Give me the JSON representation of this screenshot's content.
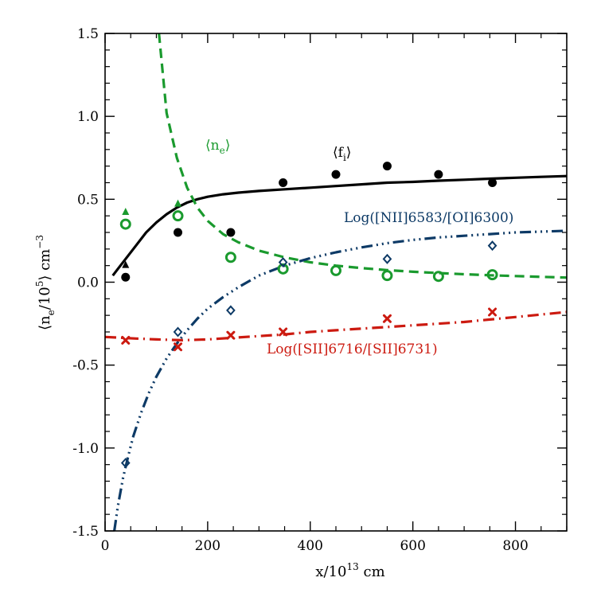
{
  "chart_data": {
    "type": "scatter",
    "xlabel_base": "x/10",
    "xlabel_exp": "13",
    "xlabel_unit": " cm",
    "ylabel_open": "⟨n",
    "ylabel_sub": "e",
    "ylabel_mid": "/10",
    "ylabel_sup": "5",
    "ylabel_close": "⟩ cm",
    "ylabel_unit_exp": "−3",
    "xlim": [
      0,
      900
    ],
    "ylim": [
      -1.5,
      1.5
    ],
    "xticks": [
      0,
      200,
      400,
      600,
      800
    ],
    "xtick_labels": [
      "0",
      "200",
      "400",
      "600",
      "800"
    ],
    "yticks": [
      -1.5,
      -1.0,
      -0.5,
      0.0,
      0.5,
      1.0,
      1.5
    ],
    "ytick_labels": [
      "-1.5",
      "-1.0",
      "-0.5",
      "0.0",
      "0.5",
      "1.0",
      "1.5"
    ],
    "colors": {
      "fi": "#000000",
      "ne": "#1a9a2e",
      "nii_oi": "#0d3a66",
      "sii": "#cc1a10"
    },
    "annotations": {
      "ne": {
        "open": "⟨n",
        "sub": "e",
        "close": "⟩"
      },
      "fi": {
        "open": "⟨f",
        "sub": "i",
        "close": "⟩"
      },
      "nii_oi": "Log([NII]6583/[OI]6300)",
      "sii": "Log([SII]6716/[SII]6731)"
    },
    "series": [
      {
        "id": "fi_points",
        "marker": "filled-circle",
        "x": [
          40,
          142,
          245,
          347,
          450,
          550,
          650,
          755
        ],
        "y": [
          0.03,
          0.3,
          0.3,
          0.6,
          0.65,
          0.7,
          0.65,
          0.6
        ]
      },
      {
        "id": "fi_lower_limit",
        "marker": "up-triangle",
        "x": [
          40
        ],
        "y": [
          0.1
        ]
      },
      {
        "id": "ne_points",
        "marker": "open-circle",
        "x": [
          40,
          142,
          245,
          347,
          450,
          550,
          650,
          755
        ],
        "y": [
          0.35,
          0.4,
          0.15,
          0.08,
          0.07,
          0.04,
          0.035,
          0.045
        ]
      },
      {
        "id": "ne_lower_limits",
        "marker": "up-triangle",
        "x": [
          40,
          142
        ],
        "y": [
          0.42,
          0.47
        ]
      },
      {
        "id": "nii_oi_points",
        "marker": "open-diamond",
        "x": [
          40,
          142,
          245,
          347,
          550,
          755
        ],
        "y": [
          -1.09,
          -0.3,
          -0.17,
          0.12,
          0.14,
          0.22
        ]
      },
      {
        "id": "sii_points",
        "marker": "filled-x",
        "x": [
          40,
          142,
          245,
          347,
          550,
          755
        ],
        "y": [
          -0.35,
          -0.39,
          -0.32,
          -0.3,
          -0.22,
          -0.18
        ]
      },
      {
        "id": "fi_curve",
        "line": "solid",
        "x": [
          15,
          25,
          40,
          60,
          80,
          100,
          120,
          140,
          160,
          180,
          200,
          230,
          260,
          300,
          350,
          400,
          450,
          500,
          550,
          600,
          650,
          700,
          750,
          800,
          850,
          900
        ],
        "y": [
          0.04,
          0.08,
          0.14,
          0.22,
          0.3,
          0.36,
          0.41,
          0.45,
          0.48,
          0.5,
          0.515,
          0.53,
          0.54,
          0.55,
          0.56,
          0.57,
          0.58,
          0.59,
          0.6,
          0.605,
          0.612,
          0.618,
          0.624,
          0.63,
          0.635,
          0.64
        ]
      },
      {
        "id": "ne_curve",
        "line": "dashed",
        "x": [
          105,
          120,
          140,
          160,
          180,
          200,
          230,
          260,
          300,
          350,
          400,
          450,
          500,
          550,
          600,
          650,
          700,
          750,
          800,
          850,
          900
        ],
        "y": [
          1.5,
          1.02,
          0.75,
          0.57,
          0.45,
          0.37,
          0.29,
          0.24,
          0.19,
          0.15,
          0.12,
          0.1,
          0.085,
          0.073,
          0.063,
          0.055,
          0.048,
          0.042,
          0.037,
          0.032,
          0.028
        ]
      },
      {
        "id": "nii_oi_curve",
        "line": "dash-dot-dot",
        "x": [
          18,
          25,
          35,
          45,
          55,
          70,
          85,
          100,
          120,
          140,
          160,
          180,
          200,
          230,
          260,
          300,
          350,
          400,
          450,
          500,
          550,
          600,
          650,
          700,
          750,
          800,
          850,
          900
        ],
        "y": [
          -1.5,
          -1.35,
          -1.18,
          -1.05,
          -0.93,
          -0.79,
          -0.67,
          -0.57,
          -0.46,
          -0.37,
          -0.29,
          -0.22,
          -0.16,
          -0.09,
          -0.03,
          0.04,
          0.1,
          0.145,
          0.18,
          0.21,
          0.235,
          0.255,
          0.27,
          0.28,
          0.29,
          0.3,
          0.305,
          0.31
        ]
      },
      {
        "id": "sii_curve",
        "line": "dash-dot",
        "x": [
          0,
          30,
          60,
          100,
          150,
          200,
          250,
          300,
          350,
          400,
          450,
          500,
          550,
          600,
          650,
          700,
          750,
          800,
          850,
          900
        ],
        "y": [
          -0.33,
          -0.335,
          -0.34,
          -0.345,
          -0.35,
          -0.345,
          -0.335,
          -0.325,
          -0.315,
          -0.3,
          -0.29,
          -0.28,
          -0.27,
          -0.26,
          -0.25,
          -0.24,
          -0.225,
          -0.21,
          -0.195,
          -0.18
        ]
      }
    ]
  }
}
